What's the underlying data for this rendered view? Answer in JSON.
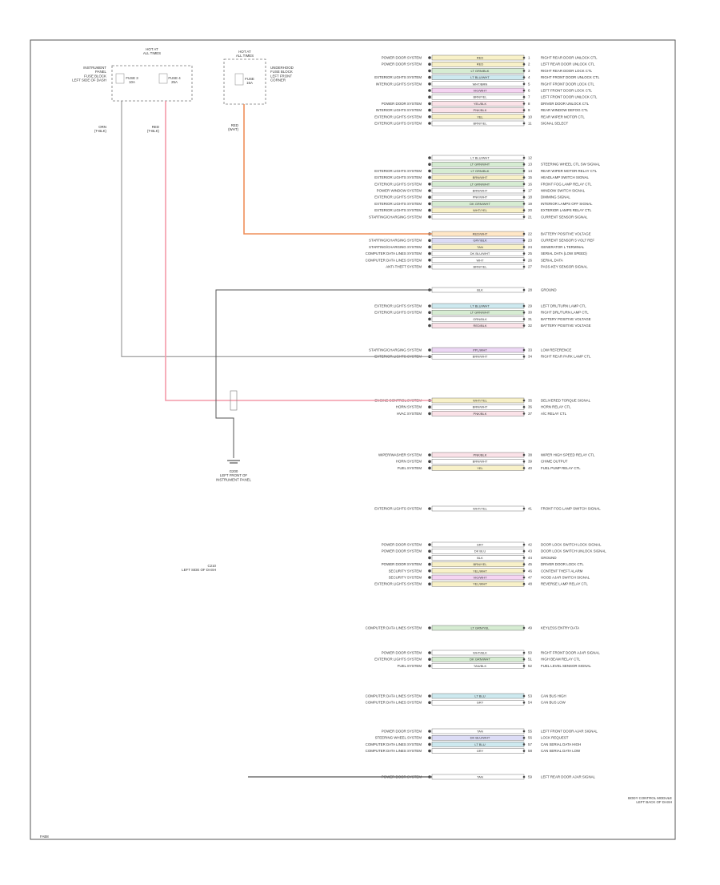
{
  "diagram": {
    "footer_code": "FAB8",
    "module_label": [
      "BODY CONTROL MODULE",
      "LEFT BACK OF DASH"
    ],
    "ground_label": [
      "G200",
      "LEFT FRONT OF",
      "INSTRUMENT PANEL"
    ],
    "connector_label": [
      "C210",
      "LEFT SIDE OF DASH"
    ],
    "fuse_left": {
      "header": [
        "HOT AT",
        "ALL TIMES"
      ],
      "side_label": [
        "INSTRUMENT",
        "PANEL",
        "FUSE BLOCK",
        "LEFT SIDE OF DASH"
      ],
      "fuse_a": [
        "FUSE 3",
        "10A"
      ],
      "fuse_b": [
        "FUSE 4",
        "25A"
      ],
      "wire_a": [
        "ORN",
        "(T-BLK)"
      ],
      "wire_b": [
        "RED",
        "(T-BLK)"
      ]
    },
    "fuse_right": {
      "header": [
        "HOT AT",
        "ALL TIMES"
      ],
      "side_label": [
        "UNDERHOOD",
        "FUSE BLOCK",
        "LEFT FRONT",
        "CORNER"
      ],
      "fuse": [
        "FUSE",
        "15A"
      ],
      "wire": [
        "RED",
        "(WHT)"
      ]
    },
    "groups": [
      {
        "pins": [
          {
            "src": "POWER DOOR SYSTEM",
            "wire": "RED",
            "desc": "RIGHT REAR DOOR UNLOCK CTL",
            "color": "#f8f1c8"
          },
          {
            "src": "POWER DOOR SYSTEM",
            "wire": "RED",
            "desc": "LEFT REAR DOOR UNLOCK CTL",
            "color": "#f8f1c8"
          },
          {
            "src": "",
            "wire": "LT GRN/BLK",
            "desc": "RIGHT REAR DOOR LOCK CTL",
            "color": "#d6ecd2"
          },
          {
            "src": "EXTERIOR LIGHTS SYSTEM",
            "wire": "LT BLU/WHT",
            "desc": "RIGHT FRONT DOOR UNLOCK CTL",
            "color": "#cde9ef"
          },
          {
            "src": "INTERIOR LIGHTS SYSTEM",
            "wire": "WHT/BRN",
            "desc": "RIGHT FRONT DOOR LOCK CTL",
            "color": "#ffffff"
          },
          {
            "src": "",
            "wire": "VIO/WHT",
            "desc": "LEFT FRONT DOOR LOCK CTL",
            "color": "#f5d4f2"
          },
          {
            "src": "",
            "wire": "BRN/YEL",
            "desc": "LEFT FRONT DOOR UNLOCK CTL",
            "color": "#ffffff"
          },
          {
            "src": "POWER DOOR SYSTEM",
            "wire": "YEL/BLK",
            "desc": "DRIVER DOOR UNLOCK CTL",
            "color": "#fbe2e8"
          },
          {
            "src": "INTERIOR LIGHTS SYSTEM",
            "wire": "PNK/BLK",
            "desc": "REAR WINDOW DEFOG CTL",
            "color": "#fbe2e8"
          },
          {
            "src": "EXTERIOR LIGHTS SYSTEM",
            "wire": "YEL",
            "desc": "REAR WIPER MOTOR CTL",
            "color": "#f8f1c8"
          },
          {
            "src": "EXTERIOR LIGHTS SYSTEM",
            "wire": "BRN/YEL",
            "desc": "SIGNAL SELECT",
            "color": "#ffffff"
          }
        ]
      },
      {
        "pins": [
          {
            "src": "",
            "wire": "LT BLU/WHT",
            "desc": "",
            "color": "#ffffff"
          },
          {
            "src": "",
            "wire": "LT GRN/WHT",
            "desc": "STEERING WHEEL CTL SW SIGNAL",
            "color": "#d6ecd2"
          },
          {
            "src": "EXTERIOR LIGHTS SYSTEM",
            "wire": "LT GRN/BLK",
            "desc": "REAR WIPER MOTOR RELAY CTL",
            "color": "#d6ecd2"
          },
          {
            "src": "EXTERIOR LIGHTS SYSTEM",
            "wire": "BRN/WHT",
            "desc": "HEADLAMP SWITCH SIGNAL",
            "color": "#f8f1c8"
          },
          {
            "src": "EXTERIOR LIGHTS SYSTEM",
            "wire": "LT GRN/WHT",
            "desc": "FRONT FOG LAMP RELAY CTL",
            "color": "#d6ecd2"
          },
          {
            "src": "POWER WINDOW SYSTEM",
            "wire": "BRN/WHT",
            "desc": "WINDOW SWITCH SIGNAL",
            "color": "#ffffff"
          },
          {
            "src": "EXTERIOR LIGHTS SYSTEM",
            "wire": "PNK/WHT",
            "desc": "DIMMING SIGNAL",
            "color": "#ffffff"
          },
          {
            "src": "EXTERIOR LIGHTS SYSTEM",
            "wire": "DK GRN/WHT",
            "desc": "INTERIOR LAMPS OFF SIGNAL",
            "color": "#d6ecd2"
          },
          {
            "src": "EXTERIOR LIGHTS SYSTEM",
            "wire": "WHT/YEL",
            "desc": "EXTERIOR LAMPS RELAY CTL",
            "color": "#f8f1c8"
          },
          {
            "src": "STARTING/CHARGING SYSTEM",
            "wire": "",
            "desc": "CURRENT SENSOR SIGNAL",
            "color": "#ffffff"
          }
        ]
      },
      {
        "pins": [
          {
            "src": "",
            "wire": "RED/WHT",
            "desc": "BATTERY POSITIVE VOLTAGE",
            "color": "#ffe7c7"
          },
          {
            "src": "STARTING/CHARGING SYSTEM",
            "wire": "GRY/BLK",
            "desc": "CURRENT SENSOR 5 VOLT REF",
            "color": "#dcdcf6"
          },
          {
            "src": "STARTING/CHARGING SYSTEM",
            "wire": "TAN",
            "desc": "GENERATOR L TERMINAL",
            "color": "#f8f1c8"
          },
          {
            "src": "COMPUTER DATA LINES SYSTEM",
            "wire": "DK BLU/WHT",
            "desc": "SERIAL DATA (LOW SPEED)",
            "color": "#ffffff"
          },
          {
            "src": "COMPUTER DATA LINES SYSTEM",
            "wire": "WHT",
            "desc": "SERIAL DATA",
            "color": "#ffffff"
          },
          {
            "src": "ANTI-THEFT SYSTEM",
            "wire": "BRN/YEL",
            "desc": "PASS-KEY SENSOR SIGNAL",
            "color": "#ffffff"
          }
        ]
      },
      {
        "pins": [
          {
            "src": "",
            "wire": "BLK",
            "desc": "GROUND",
            "color": "#ffffff"
          }
        ]
      },
      {
        "pins": [
          {
            "src": "EXTERIOR LIGHTS SYSTEM",
            "wire": "LT BLU/WHT",
            "desc": "LEFT DRL/TURN LAMP CTL",
            "color": "#cde9ef"
          },
          {
            "src": "EXTERIOR LIGHTS SYSTEM",
            "wire": "LT GRN/WHT",
            "desc": "RIGHT DRL/TURN LAMP CTL",
            "color": "#d6ecd2"
          },
          {
            "src": "",
            "wire": "ORN/BLK",
            "desc": "BATTERY POSITIVE VOLTAGE",
            "color": "#ffffff"
          },
          {
            "src": "",
            "wire": "RED/BLK",
            "desc": "BATTERY POSITIVE VOLTAGE",
            "color": "#fbe2e8"
          }
        ]
      },
      {
        "pins": [
          {
            "src": "STARTING/CHARGING SYSTEM",
            "wire": "PPL/WHT",
            "desc": "LOW REFERENCE",
            "color": "#ecd7f4"
          },
          {
            "src": "EXTERIOR LIGHTS SYSTEM",
            "wire": "BRN/WHT",
            "desc": "RIGHT REAR PARK LAMP CTL",
            "color": "#ffffff"
          }
        ]
      },
      {
        "pins": [
          {
            "src": "ENGINE CONTROL SYSTEM",
            "wire": "WHT/YEL",
            "desc": "DELIVERED TORQUE SIGNAL",
            "color": "#f8f1c8"
          },
          {
            "src": "HORN SYSTEM",
            "wire": "BRN/WHT",
            "desc": "HORN RELAY CTL",
            "color": "#ffffff"
          },
          {
            "src": "HVAC SYSTEM",
            "wire": "PNK/BLK",
            "desc": "A/C RELAY CTL",
            "color": "#fbe2e8"
          }
        ]
      },
      {
        "pins": [
          {
            "src": "WIPER/WASHER SYSTEM",
            "wire": "PNK/BLK",
            "desc": "WIPER HIGH SPEED RELAY CTL",
            "color": "#fbe2e8"
          },
          {
            "src": "HORN SYSTEM",
            "wire": "BRN/WHT",
            "desc": "CHIME OUTPUT",
            "color": "#ffffff"
          },
          {
            "src": "FUEL SYSTEM",
            "wire": "YEL",
            "desc": "FUEL PUMP RELAY CTL",
            "color": "#f8f1c8"
          }
        ]
      },
      {
        "pins": [
          {
            "src": "EXTERIOR LIGHTS SYSTEM",
            "wire": "WHT/YEL",
            "desc": "FRONT FOG LAMP SWITCH SIGNAL",
            "color": "#ffffff"
          }
        ]
      },
      {
        "pins": [
          {
            "src": "POWER DOOR SYSTEM",
            "wire": "GRY",
            "desc": "DOOR LOCK SWITCH LOCK SIGNAL",
            "color": "#ffffff"
          },
          {
            "src": "POWER DOOR SYSTEM",
            "wire": "DK BLU",
            "desc": "DOOR LOCK SWITCH UNLOCK SIGNAL",
            "color": "#ffffff"
          },
          {
            "src": "",
            "wire": "BLK",
            "desc": "GROUND",
            "color": "#ffffff"
          },
          {
            "src": "POWER DOOR SYSTEM",
            "wire": "BRN/YEL",
            "desc": "DRIVER DOOR LOCK CTL",
            "color": "#f8f1c8"
          },
          {
            "src": "SECURITY SYSTEM",
            "wire": "YEL/WHT",
            "desc": "CONTENT THEFT ALARM",
            "color": "#f8f1c8"
          },
          {
            "src": "SECURITY SYSTEM",
            "wire": "VIO/WHT",
            "desc": "HOOD AJAR SWITCH SIGNAL",
            "color": "#f5d4f2"
          },
          {
            "src": "EXTERIOR LIGHTS SYSTEM",
            "wire": "YEL/WHT",
            "desc": "REVERSE LAMP RELAY CTL",
            "color": "#f8f1c8"
          }
        ]
      },
      {
        "pins": [
          {
            "src": "COMPUTER DATA LINES SYSTEM",
            "wire": "LT GRN/YEL",
            "desc": "KEYLESS ENTRY DATA",
            "color": "#d6ecd2"
          }
        ]
      },
      {
        "pins": [
          {
            "src": "POWER DOOR SYSTEM",
            "wire": "WHT/BLK",
            "desc": "RIGHT FRONT DOOR AJAR SIGNAL",
            "color": "#ffffff"
          },
          {
            "src": "EXTERIOR LIGHTS SYSTEM",
            "wire": "DK GRN/WHT",
            "desc": "HIGH BEAM RELAY CTL",
            "color": "#d6ecd2"
          },
          {
            "src": "FUEL SYSTEM",
            "wire": "TAN/BLK",
            "desc": "FUEL LEVEL SENSOR SIGNAL",
            "color": "#ffffff"
          }
        ]
      },
      {
        "pins": [
          {
            "src": "COMPUTER DATA LINES SYSTEM",
            "wire": "LT BLU",
            "desc": "CAN BUS HIGH",
            "color": "#cde9ef"
          },
          {
            "src": "COMPUTER DATA LINES SYSTEM",
            "wire": "GRY",
            "desc": "CAN BUS LOW",
            "color": "#ffffff"
          }
        ]
      },
      {
        "pins": [
          {
            "src": "POWER DOOR SYSTEM",
            "wire": "TAN",
            "desc": "LEFT FRONT DOOR AJAR SIGNAL",
            "color": "#ffffff"
          },
          {
            "src": "STEERING WHEEL SYSTEM",
            "wire": "DK BLU/WHT",
            "desc": "LOCK REQUEST",
            "color": "#dcdcf6"
          },
          {
            "src": "COMPUTER DATA LINES SYSTEM",
            "wire": "LT BLU",
            "desc": "CAN SERIAL DATA HIGH",
            "color": "#cde9ef"
          },
          {
            "src": "COMPUTER DATA LINES SYSTEM",
            "wire": "GRY",
            "desc": "CAN SERIAL DATA LOW",
            "color": "#ffffff"
          }
        ]
      },
      {
        "pins": [
          {
            "src": "POWER DOOR SYSTEM",
            "wire": "TAN",
            "desc": "LEFT REAR DOOR AJAR SIGNAL",
            "color": "#ffffff"
          }
        ]
      }
    ]
  }
}
